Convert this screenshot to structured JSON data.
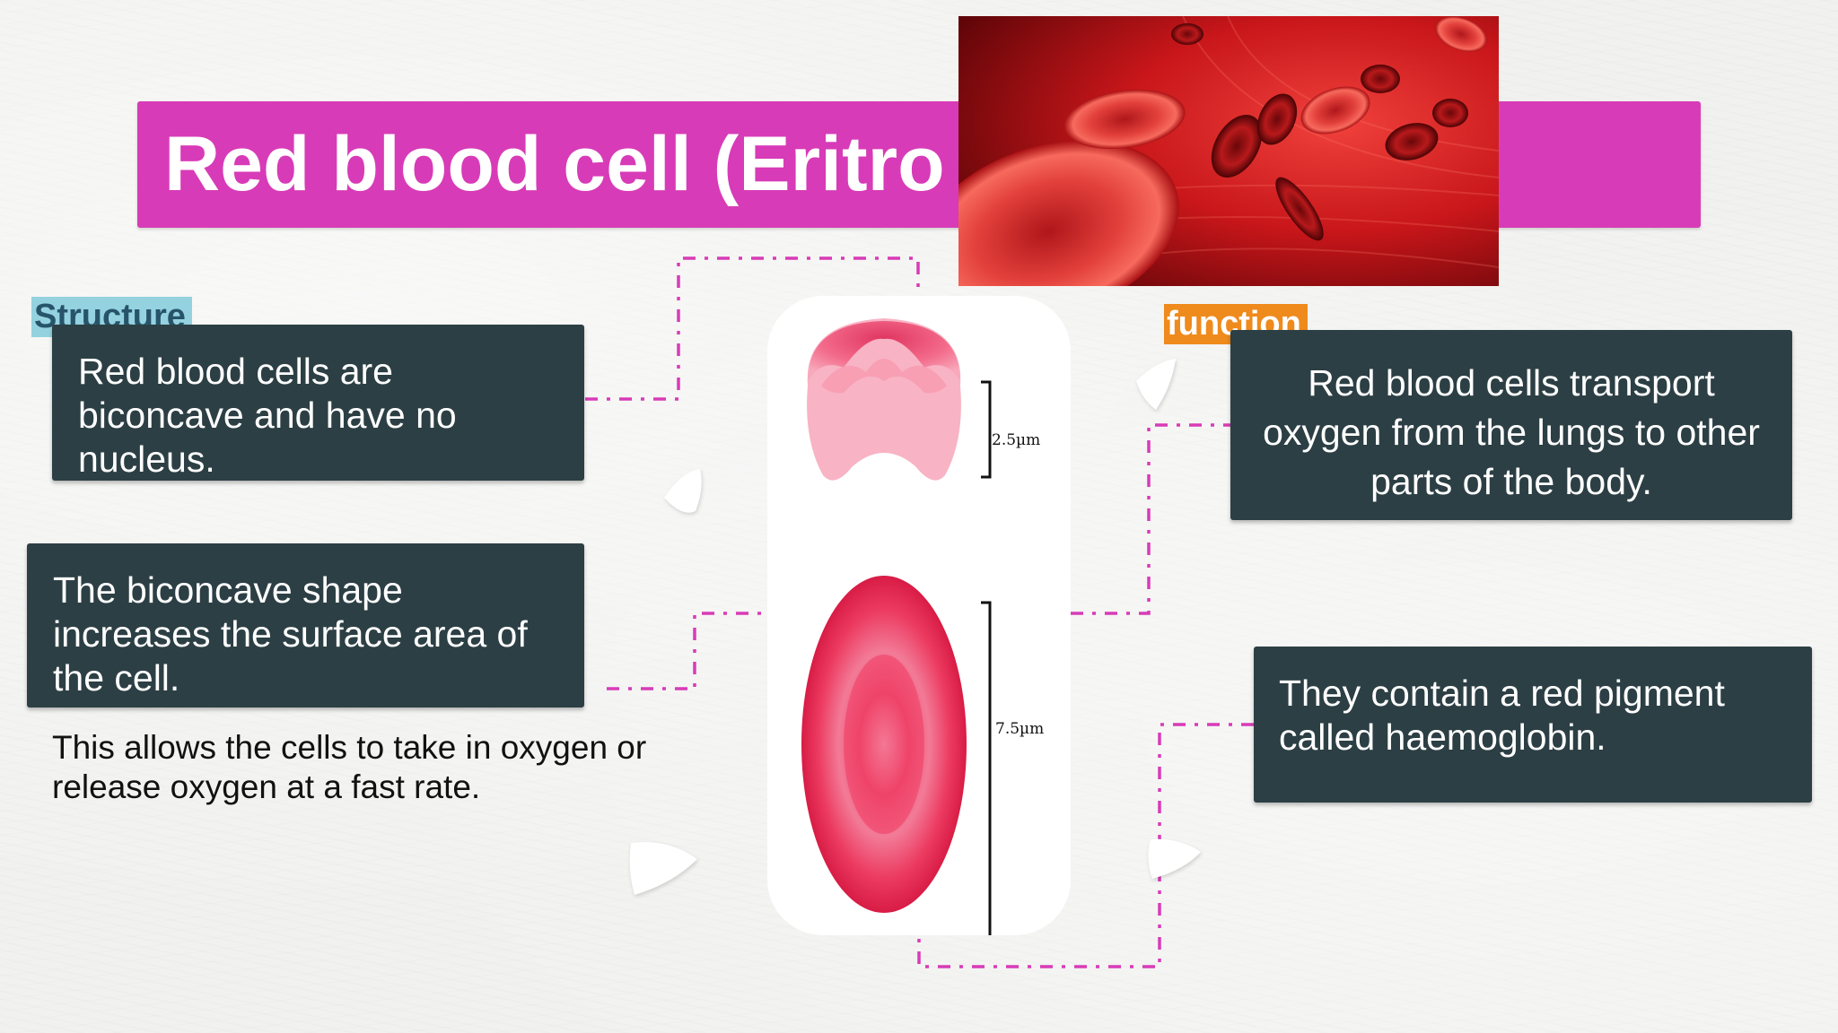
{
  "slide": {
    "title": "Red blood cell (Eritro"
  },
  "structure": {
    "tag": "Structure",
    "card1": "Red blood cells are biconcave and have no nucleus.",
    "card2": "The biconcave shape increases the surface area of the cell.",
    "note": "This allows the cells to take in oxygen or release oxygen at a fast rate."
  },
  "function": {
    "tag": "function",
    "card1": "Red blood cells transport oxygen from the lungs to other parts of the body.",
    "card2": "They contain a red pigment called haemoglobin."
  },
  "diagram": {
    "side_view_label": "2.5µm",
    "top_view_label": "7.5µm"
  },
  "colors": {
    "title_bar": "#d83bb7",
    "card": "#2c3f44",
    "structure_tag": "#94d2df",
    "function_tag": "#ef8a1c",
    "connector": "#d83bb7"
  }
}
